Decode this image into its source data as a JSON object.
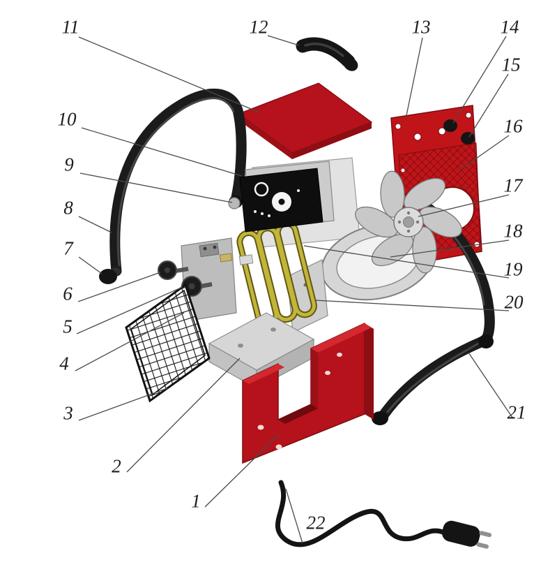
{
  "figure": {
    "colors": {
      "red_panel": "#b5121b",
      "black_parts": "#151515",
      "gray_parts": "#c6c6c6",
      "heater_element": "#c3b53a"
    },
    "callouts": [
      {
        "n": "1"
      },
      {
        "n": "2"
      },
      {
        "n": "3"
      },
      {
        "n": "4"
      },
      {
        "n": "5"
      },
      {
        "n": "6"
      },
      {
        "n": "7"
      },
      {
        "n": "8"
      },
      {
        "n": "9"
      },
      {
        "n": "10"
      },
      {
        "n": "11"
      },
      {
        "n": "12"
      },
      {
        "n": "13"
      },
      {
        "n": "14"
      },
      {
        "n": "15"
      },
      {
        "n": "16"
      },
      {
        "n": "17"
      },
      {
        "n": "18"
      },
      {
        "n": "19"
      },
      {
        "n": "20"
      },
      {
        "n": "21"
      },
      {
        "n": "22"
      }
    ]
  }
}
